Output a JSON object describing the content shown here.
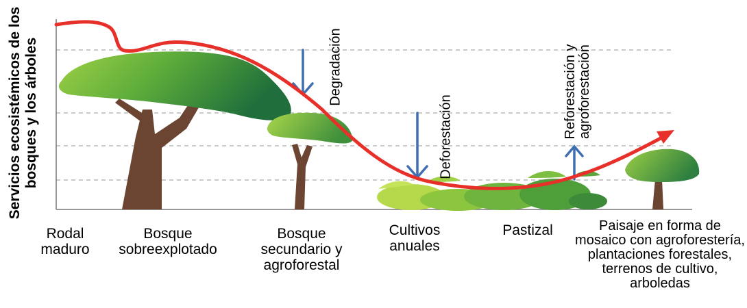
{
  "y_axis_label": "Servicios ecosistémicos de los bosques y los árboles",
  "stages": [
    "Rodal maduro",
    "Bosque sobreexplotado",
    "Bosque secundario y agroforestal",
    "Cultivos anuales",
    "Pastizal",
    "Paisaje en forma de mosaico con agroforestería, plantaciones forestales, terrenos de cultivo, arboledas"
  ],
  "processes": {
    "degradation": "Degradación",
    "deforestation": "Deforestación",
    "reforestation": "Reforestación y agroforestación"
  },
  "colors": {
    "curve": "#e8302a",
    "arrow": "#3f6fb0",
    "gridline": "#b8b8b8",
    "trunk": "#6b4432",
    "canopy_light": "#8fc63f",
    "canopy_dark": "#2e7d3e",
    "crop": "#b5d94a"
  }
}
